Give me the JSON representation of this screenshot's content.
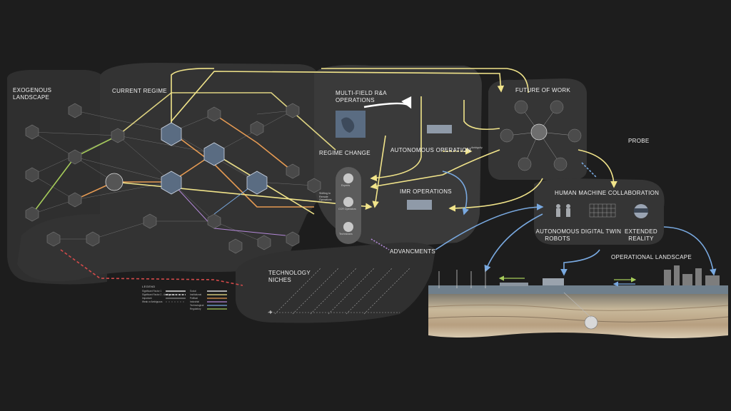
{
  "sections": {
    "exogenous": "EXOGENOUS\nLANDSCAPE",
    "current_regime": "CURRENT REGIME",
    "multi_field": "MULTI-FIELD R&A\nOPERATIONS",
    "future_of_work": "FUTURE OF WORK",
    "regime_change": "REGIME CHANGE",
    "autonomous_operation": "AUTONOMOUS OPERATION",
    "imr_operations": "IMR OPERATIONS",
    "probe": "PROBE",
    "human_machine": "HUMAN MACHINE COLLABORATION",
    "autonomous_robots": "AUTONOMOUS\nROBOTS",
    "digital_twin": "DIGITAL TWIN",
    "extended_reality": "EXTENDED\nREALITY",
    "operational_landscape": "OPERATIONAL LANDSCAPE",
    "technology_niches": "TECHNOLOGY\nNICHES",
    "advancements": "ADVANCMENTS"
  },
  "regime_change_roles": [
    "Experts",
    "CCR Operators",
    "Technicians"
  ],
  "shifting_label": "Shifting to Remote Operations",
  "ambiguity_label": "Ambiguity",
  "legend": {
    "title": "LEGEND",
    "items": [
      "Significant Factor 1",
      "Significant Factor 2 - Ambiguous",
      "Important",
      "Weak or Ambiguous"
    ],
    "categories": [
      "Social",
      "Institutional",
      "Political",
      "Industrial",
      "Technological",
      "Regulatory"
    ]
  },
  "colors": {
    "background": "#1d1d1d",
    "panel": "#333333",
    "panel_dark": "#2a2a2a",
    "yellow": "#f1e48a",
    "orange": "#e59a53",
    "green": "#a6cc5a",
    "blue": "#79a9e0",
    "purple": "#b488d9",
    "red": "#d34a4a",
    "white": "#ffffff"
  }
}
